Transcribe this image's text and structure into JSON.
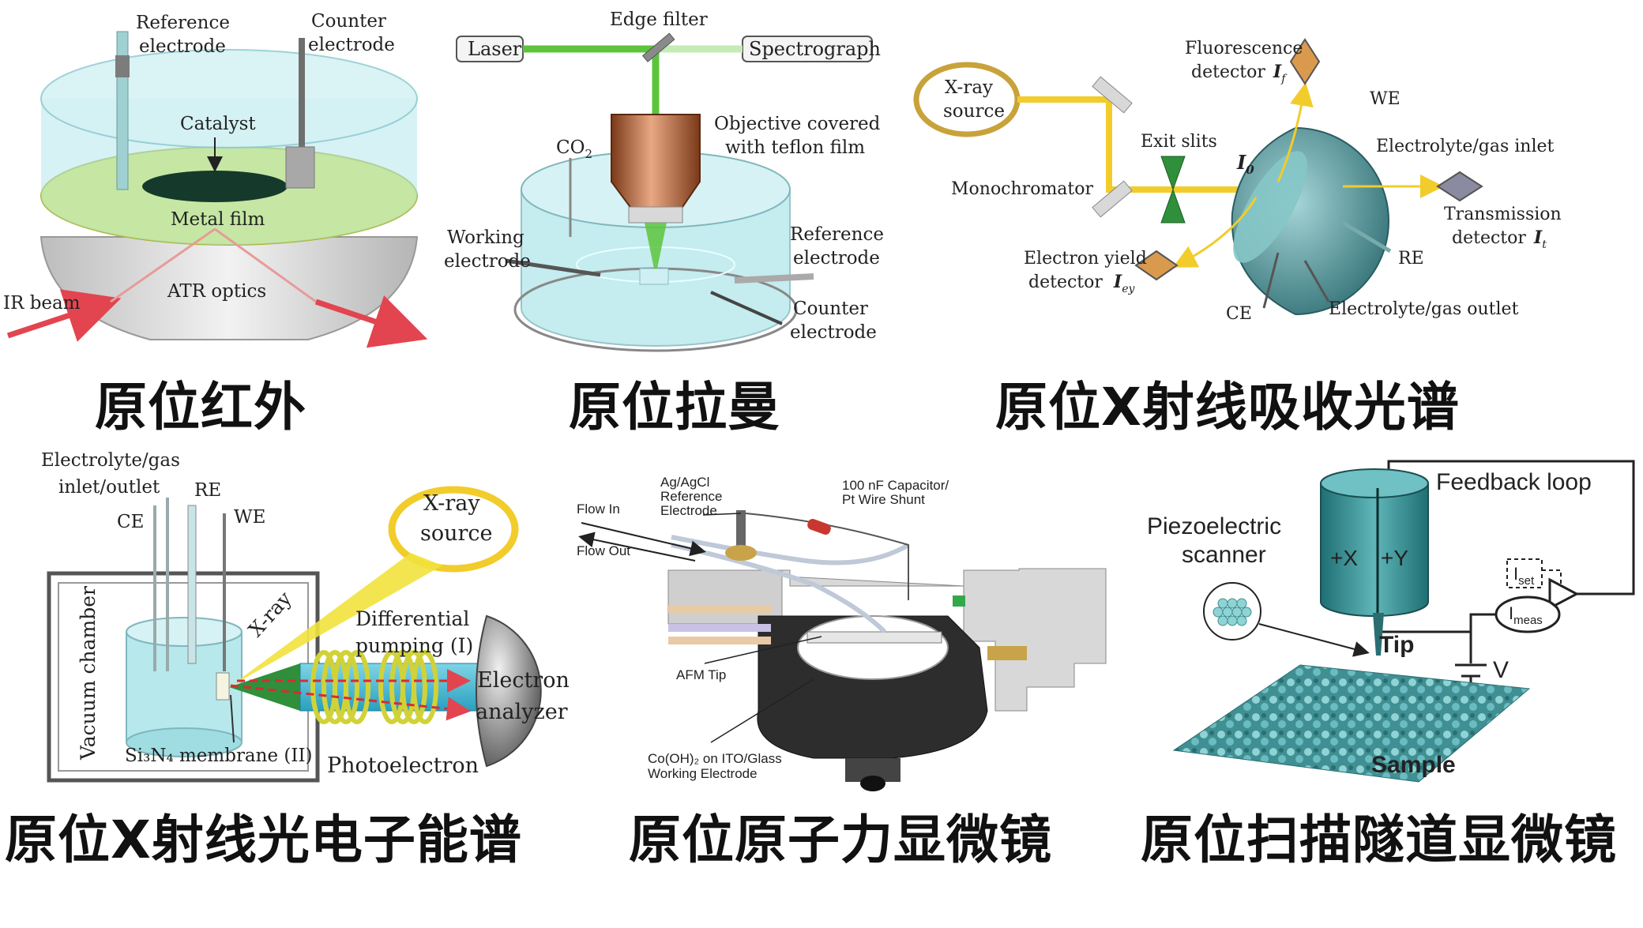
{
  "panels": {
    "ir": {
      "caption": "原位红外",
      "labels": {
        "reference_electrode_1": "Reference",
        "reference_electrode_2": "electrode",
        "counter_electrode_1": "Counter",
        "counter_electrode_2": "electrode",
        "catalyst": "Catalyst",
        "metal_film": "Metal film",
        "atr_optics": "ATR optics",
        "ir_beam": "IR beam"
      }
    },
    "raman": {
      "caption": "原位拉曼",
      "labels": {
        "edge_filter": "Edge filter",
        "laser": "Laser",
        "spectrograph": "Spectrograph",
        "objective_1": "Objective covered",
        "objective_2": "with teflon film",
        "co2": "CO",
        "co2_sub": "2",
        "working_1": "Working",
        "working_2": "electrode",
        "reference_1": "Reference",
        "reference_2": "electrode",
        "counter_1": "Counter",
        "counter_2": "electrode"
      }
    },
    "xas": {
      "caption": "原位X射线吸收光谱",
      "labels": {
        "xray_1": "X-ray",
        "xray_2": "source",
        "fluorescence_1": "Fluorescence",
        "fluorescence_2": "detector",
        "fluorescence_sym": "I",
        "fluorescence_sub": "f",
        "we": "WE",
        "exit_slits": "Exit slits",
        "i0": "I",
        "i0_sub": "0",
        "electrolyte_inlet": "Electrolyte/gas inlet",
        "monochromator": "Monochromator",
        "transmission_1": "Transmission",
        "transmission_2": "detector",
        "transmission_sym": "I",
        "transmission_sub": "t",
        "electron_yield_1": "Electron yield",
        "electron_yield_2": "detector",
        "electron_yield_sym": "I",
        "electron_yield_sub": "ey",
        "re": "RE",
        "ce": "CE",
        "electrolyte_outlet": "Electrolyte/gas outlet"
      }
    },
    "xps": {
      "caption": "原位X射线光电子能谱",
      "labels": {
        "electrolyte_1": "Electrolyte/gas",
        "electrolyte_2": "inlet/outlet",
        "re": "RE",
        "ce": "CE",
        "we": "WE",
        "xray_1": "X-ray",
        "xray_2": "source",
        "vacuum_chamber": "Vacuum chamber",
        "xray_beam": "X-ray",
        "differential_1": "Differential",
        "differential_2": "pumping (I)",
        "electron_1": "Electron",
        "electron_2": "analyzer",
        "membrane": "Si₃N₄ membrane (II)",
        "photoelectron": "Photoelectron"
      }
    },
    "afm": {
      "caption": "原位原子力显微镜",
      "labels": {
        "agcl_1": "Ag/AgCl",
        "agcl_2": "Reference",
        "agcl_3": "Electrode",
        "capacitor_1": "100 nF Capacitor/",
        "capacitor_2": "Pt Wire Shunt",
        "flow_in": "Flow In",
        "flow_out": "Flow Out",
        "afm_tip": "AFM Tip",
        "working_1": "Co(OH)₂ on ITO/Glass",
        "working_2": "Working Electrode"
      }
    },
    "stm": {
      "caption": "原位扫描隧道显微镜",
      "labels": {
        "feedback": "Feedback loop",
        "piezo_1": "Piezoelectric",
        "piezo_2": "scanner",
        "plus_x": "+X",
        "plus_y": "+Y",
        "iset": "I",
        "iset_sub": "set",
        "imeas": "I",
        "imeas_sub": "meas",
        "tip": "Tip",
        "v": "V",
        "sample": "Sample"
      }
    }
  },
  "colors": {
    "solution": "#b7e8ec",
    "metal_film": "#d7e64a",
    "laser_green": "#5cc43c",
    "xray_yellow": "#f2cc2a",
    "red_beam": "#e2454f",
    "teal_hemisphere": "#3f8d92"
  }
}
